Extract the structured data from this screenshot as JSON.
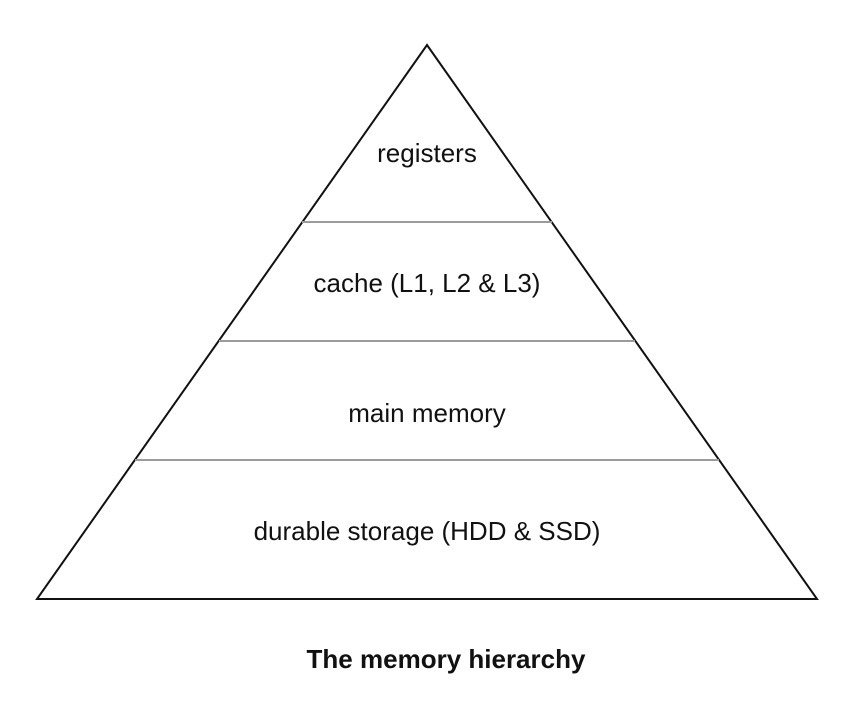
{
  "diagram": {
    "type": "pyramid",
    "title": "The memory hierarchy",
    "levels": [
      {
        "label": "registers"
      },
      {
        "label": "cache (L1, L2 & L3)"
      },
      {
        "label": "main memory"
      },
      {
        "label": "durable storage (HDD & SSD)"
      }
    ],
    "colors": {
      "outline": "#111111",
      "divider": "#9b9b9b",
      "text": "#111111",
      "background": "#ffffff"
    }
  }
}
